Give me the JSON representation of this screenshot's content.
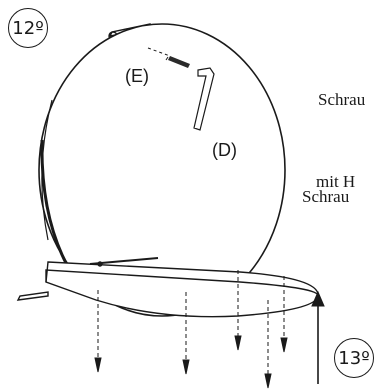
{
  "steps": {
    "current": "12º",
    "next": "13º"
  },
  "labels": {
    "screw": "(E)",
    "key": "(D)"
  },
  "side_text": {
    "line1": "Schrau",
    "line2": "mit H",
    "line3": "Schrau"
  }
}
